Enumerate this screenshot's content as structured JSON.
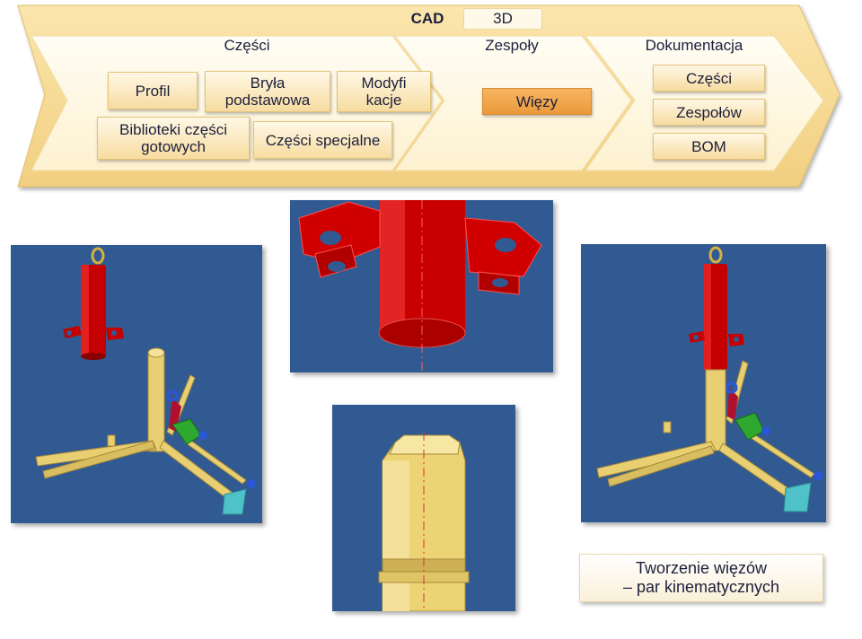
{
  "tabs": {
    "cad": "CAD",
    "three_d": "3D"
  },
  "stages": {
    "czesci": "Części",
    "zespoly": "Zespoły",
    "dokumentacja": "Dokumentacja"
  },
  "czesci_items": {
    "profil": "Profil",
    "bryla": [
      "Bryła",
      "podstawowa"
    ],
    "modyfikacje": [
      "Modyfi",
      "kacje"
    ],
    "biblioteki": [
      "Biblioteki części",
      "gotowych"
    ],
    "specjalne": "Części specjalne"
  },
  "zespoly_items": {
    "wiezy": "Więzy"
  },
  "dokumentacja_items": {
    "czesci": "Części",
    "zespolow": "Zespołów",
    "bom": "BOM"
  },
  "caption": [
    "Tworzenie więzów",
    "– par kinematycznych"
  ],
  "colors": {
    "arrow_fill": "#f7dd9b",
    "arrow_border": "#e6c476",
    "active_button": "#f0a44a",
    "viewport_bg": "#315a92",
    "part_red": "#cc0000",
    "part_yellow": "#e8cf72",
    "part_green": "#2fa82f",
    "part_blue": "#2a56d8",
    "part_cyan": "#4fc1c9"
  }
}
